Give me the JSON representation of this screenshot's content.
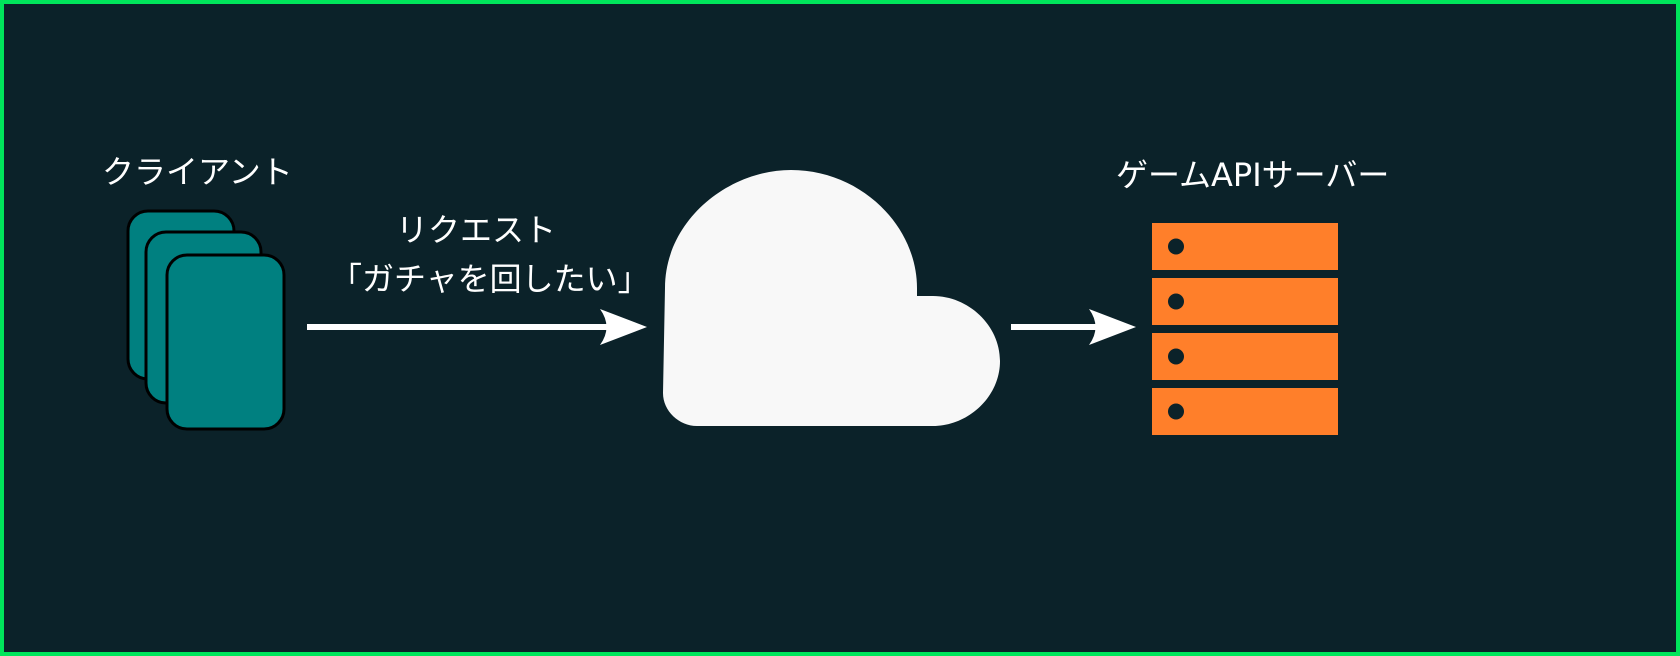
{
  "client": {
    "label": "クライアント",
    "card_color": "#008080"
  },
  "request": {
    "line1": "リクエスト",
    "line2": "「ガチャを回したい」"
  },
  "cloud": {
    "color": "#f8f8f8"
  },
  "server": {
    "label": "ゲームAPIサーバー",
    "rack_color": "#ff7f2a",
    "units": 4
  },
  "colors": {
    "background": "#0b2229",
    "border": "#00e55b",
    "arrow": "#ffffff"
  }
}
